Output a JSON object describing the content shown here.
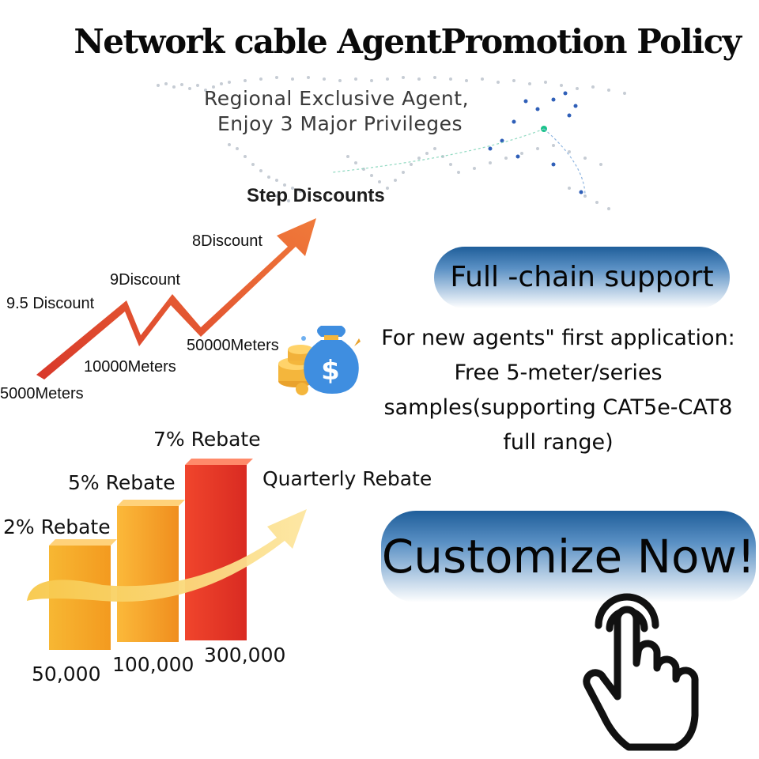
{
  "title": "Network cable AgentPromotion Policy",
  "map_banner": {
    "line1": "Regional Exclusive Agent,",
    "line2": "Enjoy 3 Major Privileges"
  },
  "step_discounts": {
    "title": "Step Discounts",
    "discounts": [
      "9.5 Discount",
      "9Discount",
      "8Discount"
    ],
    "meters": [
      "5000Meters",
      "10000Meters",
      "50000Meters"
    ],
    "arrow_color": "#e8502a"
  },
  "full_chain": {
    "label": "Full -chain support",
    "samples_text": [
      "For new agents\" first application:",
      "Free 5-meter/series",
      "samples(supporting CAT5e-CAT8",
      "full range)"
    ]
  },
  "rebate": {
    "title": "Quarterly Rebate",
    "labels": [
      "2% Rebate",
      "5% Rebate",
      "7% Rebate"
    ],
    "amounts": [
      "50,000",
      "100,000",
      "300,000"
    ],
    "bar_colors": [
      "#f5a623",
      "#f39c2a",
      "#e8402a"
    ]
  },
  "cta": {
    "label": "Customize Now!",
    "icon": "tap-hand-icon"
  },
  "icons": {
    "money_bag": "money-bag-icon"
  }
}
